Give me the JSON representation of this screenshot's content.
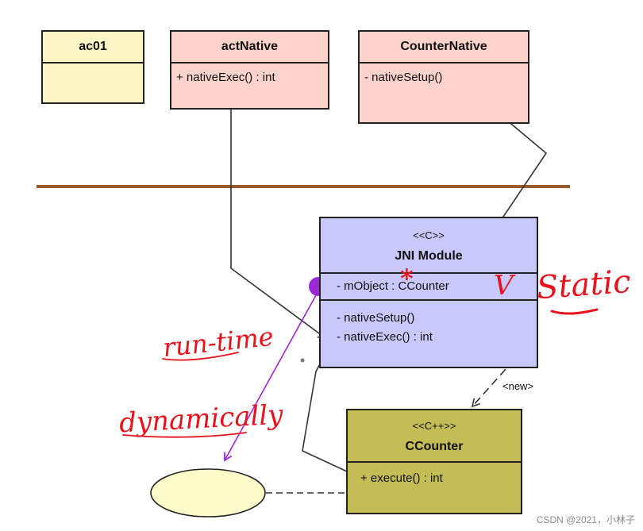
{
  "classes": {
    "ac01": {
      "name": "ac01"
    },
    "act_native": {
      "name": "actNative",
      "members": [
        "+ nativeExec() : int"
      ]
    },
    "counter_native": {
      "name": "CounterNative",
      "members": [
        "- nativeSetup()"
      ]
    },
    "jni_module": {
      "stereotype": "<<C>>",
      "name": "JNI Module",
      "attributes": [
        "- mObject : CCounter"
      ],
      "methods": [
        "- nativeSetup()",
        "- nativeExec() : int"
      ]
    },
    "ccounter": {
      "stereotype": "<<C++>>",
      "name": "CCounter",
      "members": [
        "+ execute() : int"
      ]
    }
  },
  "labels": {
    "new": "<new>"
  },
  "annotations": {
    "static": "Static",
    "run_time": "run-time",
    "dynamically": "dynamically",
    "check_mark": "V",
    "asterisk": "*"
  },
  "watermark": "CSDN @2021，小林子",
  "colors": {
    "pale_yellow": "#fdf5c3",
    "pink": "#fdd3cc",
    "lavender": "#c8c8fb",
    "olive": "#c4bd55",
    "brown_divider": "#9a5b2a",
    "red_ink": "#e8121c",
    "purple": "#9b29d6",
    "ellipse": "#fefcc9"
  }
}
